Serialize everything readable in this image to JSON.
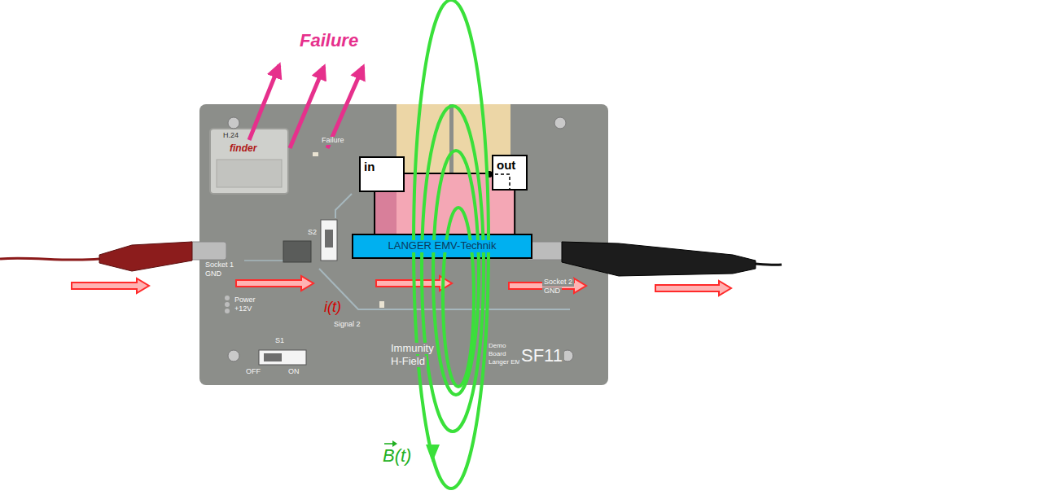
{
  "diagram": {
    "nodes": [
      {
        "text": [
          "in"
        ]
      },
      {
        "text": [
          "out"
        ]
      },
      {
        "text": [
          "LANGER EMV-Technik"
        ]
      }
    ],
    "edges": [
      {
        "from": 0,
        "to": 1,
        "arrow": "none"
      },
      {
        "from": 0,
        "to": 2,
        "arrow": "none"
      },
      {
        "from": 1,
        "to": 2,
        "arrow": "none"
      }
    ],
    "labels": [
      "Failure",
      "Failure",
      "Socket 1",
      "GND",
      "Power",
      "+12V",
      "S2",
      "i(t)",
      "Signal 2",
      "S1",
      "OFF",
      "ON",
      "Immunity",
      "H-Field",
      "Demo",
      "Board",
      "Langer EMV-Technik",
      "SF11",
      "Socket 2",
      "GND",
      "B(t)",
      "H.24",
      "finder"
    ]
  }
}
